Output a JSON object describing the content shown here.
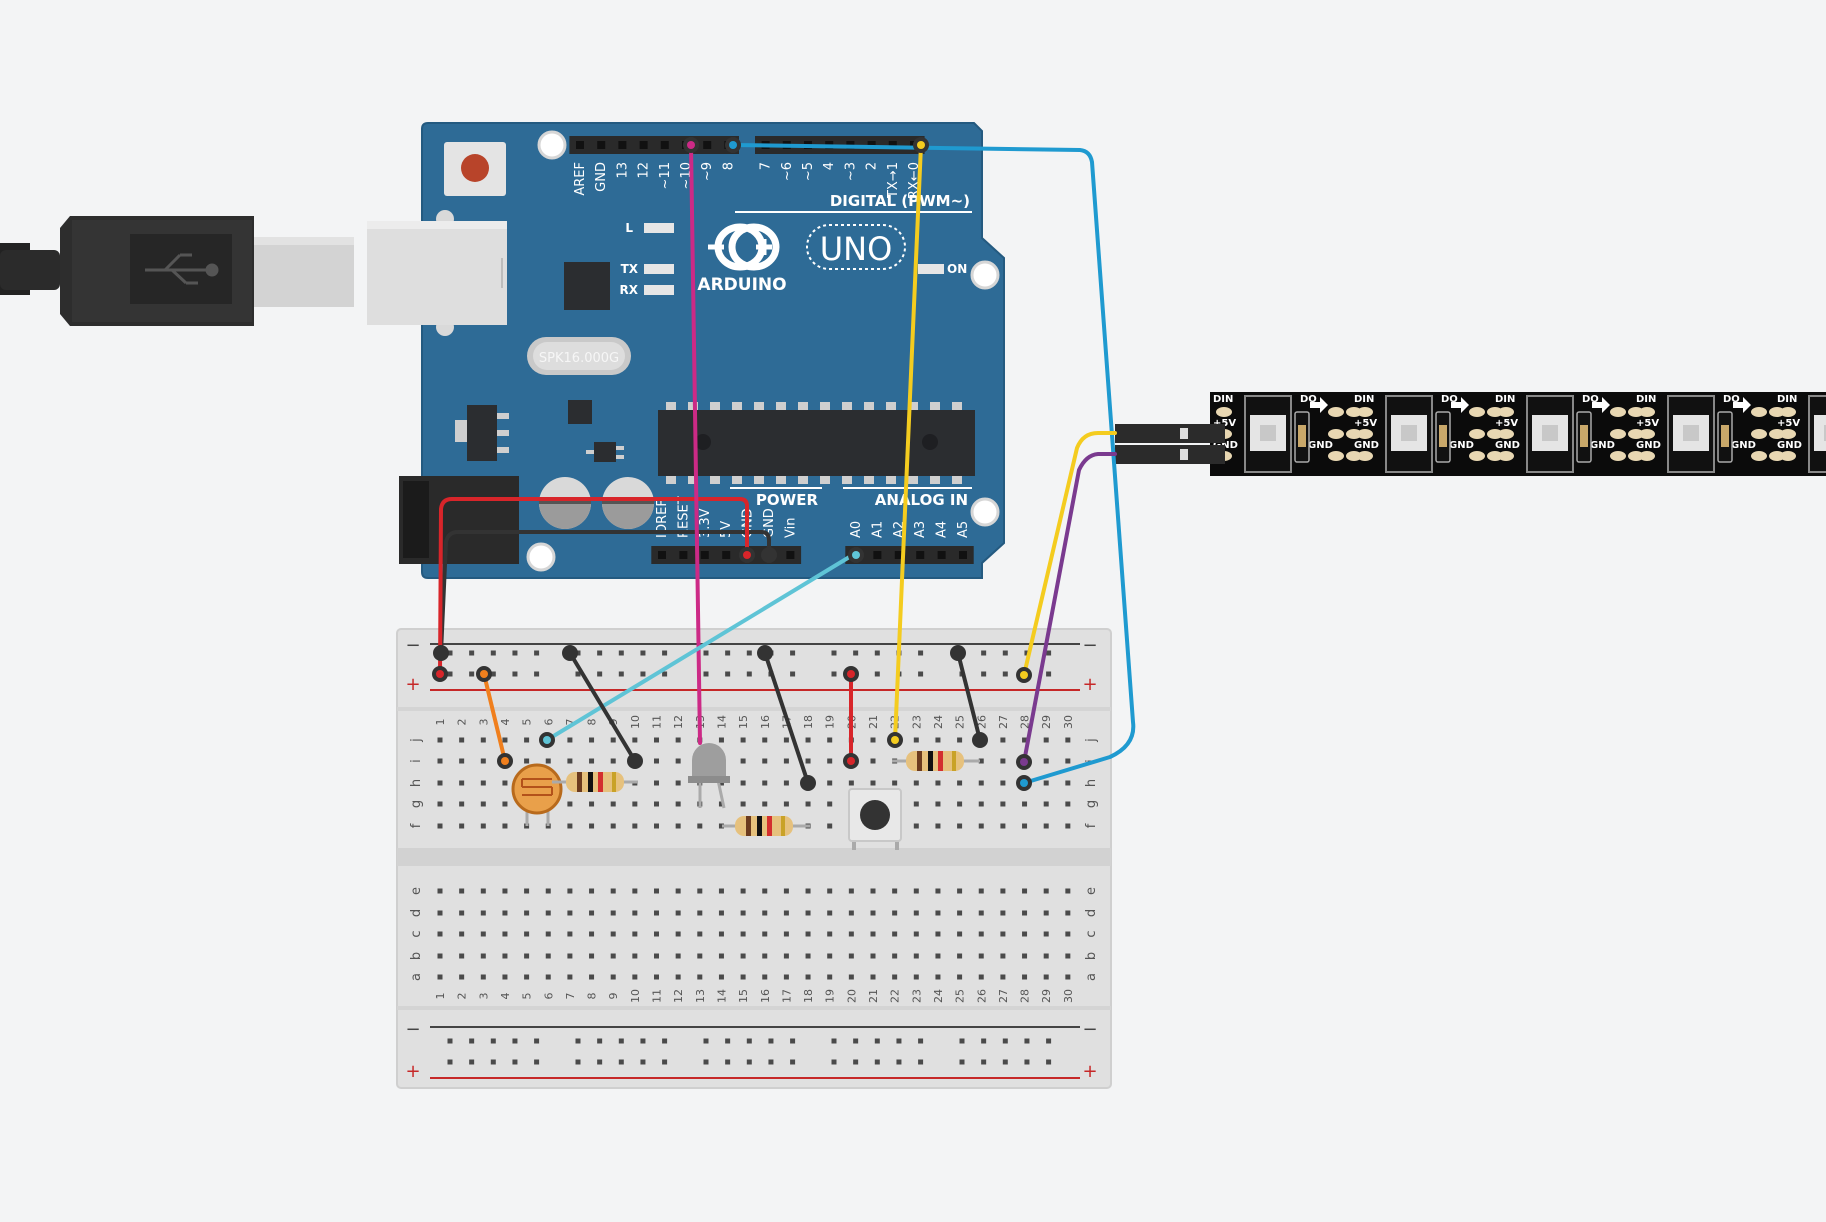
{
  "board": {
    "name_uno": "UNO",
    "name_brand": "ARDUINO",
    "digital_title": "DIGITAL (PWM~)",
    "power_title": "POWER",
    "analog_title": "ANALOG IN",
    "led_l": "L",
    "led_tx": "TX",
    "led_rx": "RX",
    "led_on": "ON",
    "crystal": "SPK16.000G",
    "digital_pins": [
      "AREF",
      "GND",
      "13",
      "12",
      "~11",
      "~10",
      "~9",
      "8",
      "7",
      "~6",
      "~5",
      "4",
      "~3",
      "2",
      "TX→1",
      "RX←0"
    ],
    "power_pins": [
      "IOREF",
      "RESET",
      "3.3V",
      "5V",
      "GND",
      "GND",
      "Vin"
    ],
    "analog_pins": [
      "A0",
      "A1",
      "A2",
      "A3",
      "A4",
      "A5"
    ]
  },
  "strip": {
    "label_din": "DIN",
    "label_do": "DO",
    "label_5v": "+5V",
    "label_gnd": "GND"
  },
  "breadboard": {
    "rail_minus": "−",
    "rail_plus": "+",
    "row_letters_top": [
      "j",
      "i",
      "h",
      "g",
      "f"
    ],
    "row_letters_bottom": [
      "e",
      "d",
      "c",
      "b",
      "a"
    ],
    "columns": [
      "1",
      "2",
      "3",
      "4",
      "5",
      "6",
      "7",
      "8",
      "9",
      "10",
      "11",
      "12",
      "13",
      "14",
      "15",
      "16",
      "17",
      "18",
      "19",
      "20",
      "21",
      "22",
      "23",
      "24",
      "25",
      "26",
      "27",
      "28",
      "29",
      "30"
    ]
  },
  "colors": {
    "board": "#2e6b96",
    "wire_red": "#d8252a",
    "wire_black": "#333333",
    "wire_magenta": "#cc2a86",
    "wire_yellow": "#f4cc1f",
    "wire_blue": "#1f9ad0",
    "wire_lightblue": "#5fc4d6",
    "wire_purple": "#7a3a8f",
    "wire_orange": "#f07f1d"
  }
}
